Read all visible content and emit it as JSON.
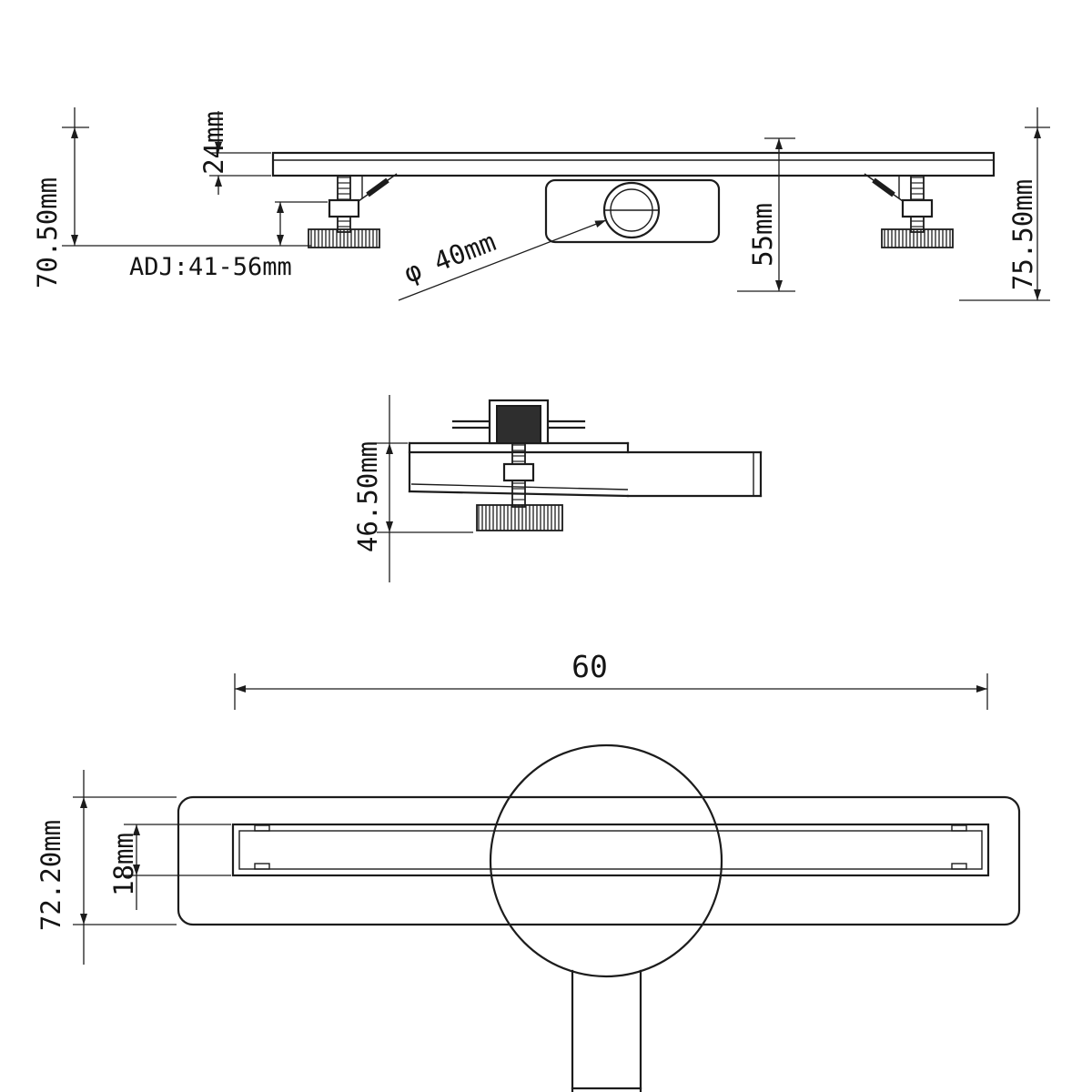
{
  "page": {
    "background": "#ffffff",
    "line_color": "#1c1c1c",
    "description": "technical drawing of linear shower drain, three orthographic views"
  },
  "views": {
    "side": {
      "name": "side-elevation",
      "dims": {
        "overall_left": "70.50mm",
        "plate_thickness": "24mm",
        "foot_adjustment": "ADJ:41-56mm",
        "outlet_diameter": "φ 40mm",
        "trap_depth": "55mm",
        "overall_right": "75.50mm"
      }
    },
    "end": {
      "name": "end-section",
      "dims": {
        "body_height": "46.50mm"
      }
    },
    "plan": {
      "name": "plan-view",
      "dims": {
        "grate_length": "60",
        "flange_width": "72.20mm",
        "slot_width": "18mm"
      }
    }
  }
}
